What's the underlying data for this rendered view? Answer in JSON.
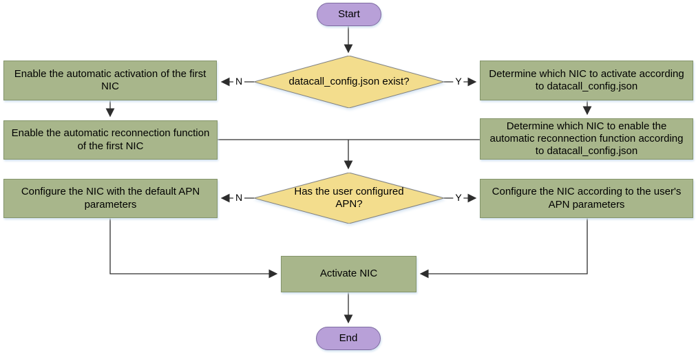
{
  "flowchart": {
    "nodes": {
      "start": {
        "label": "Start"
      },
      "decision_config": {
        "label": "datacall_config.json exist?",
        "no_label": "N",
        "yes_label": "Y"
      },
      "enable_auto_activation": {
        "label": "Enable the automatic activation of the first NIC"
      },
      "determine_nic_activate": {
        "label": "Determine which NIC to activate according to datacall_config.json"
      },
      "enable_auto_reconnection": {
        "label": "Enable the automatic reconnection function of the first NIC"
      },
      "determine_nic_reconnection": {
        "label": "Determine which NIC to enable the automatic reconnection function according to datacall_config.json"
      },
      "decision_apn": {
        "label": "Has the user configured APN?",
        "no_label": "N",
        "yes_label": "Y"
      },
      "configure_default_apn": {
        "label": "Configure the NIC with the default APN parameters"
      },
      "configure_user_apn": {
        "label": "Configure the NIC according to the user's APN parameters"
      },
      "activate_nic": {
        "label": "Activate NIC"
      },
      "end": {
        "label": "End"
      }
    },
    "colors": {
      "process_fill": "#a8b68b",
      "process_border": "#84946a",
      "decision_fill": "#f3dd8d",
      "decision_border": "#7f7f7f",
      "terminator_fill": "#b8a0d8",
      "terminator_border": "#7e6ba0",
      "connector": "#2d2d2d",
      "shadow": "#cfe0f0"
    }
  }
}
